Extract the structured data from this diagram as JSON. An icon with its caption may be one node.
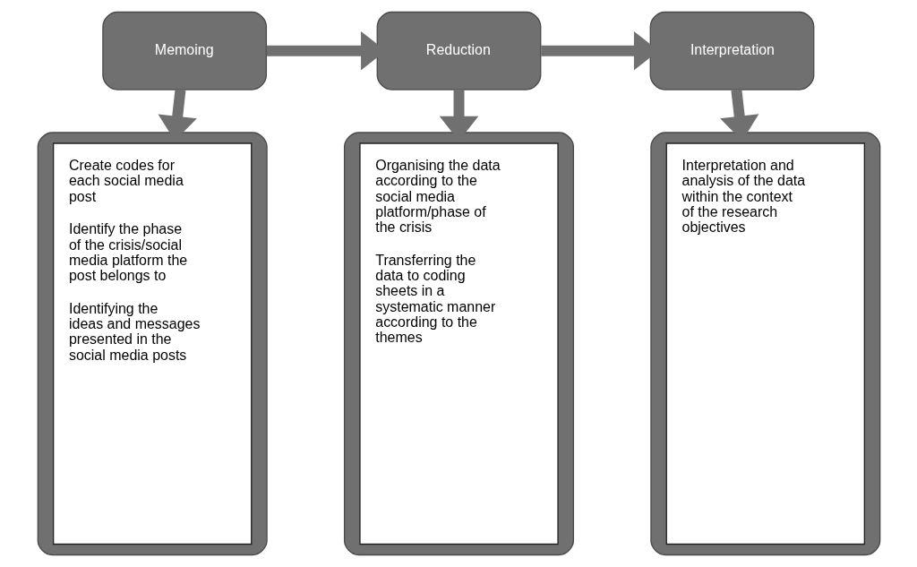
{
  "diagram": {
    "nodes": [
      {
        "text": [
          "Memoing"
        ]
      },
      {
        "text": [
          "Reduction"
        ]
      },
      {
        "text": [
          "Interpretation"
        ]
      },
      {
        "text": [
          "Create codes for each social media post",
          "Identify the phase of the crisis/social media platform the post belongs to",
          "Identifying the ideas and messages presented in the social media posts"
        ]
      },
      {
        "text": [
          "Organising the data according to the social media platform/phase of the crisis",
          "Transferring the data to coding sheets in a systematic manner according to the themes"
        ]
      },
      {
        "text": [
          "Interpretation and analysis of the data within the context of the research objectives"
        ]
      }
    ],
    "edges": [
      {
        "from": 0,
        "to": 1,
        "arrow": "to"
      },
      {
        "from": 1,
        "to": 2,
        "arrow": "to"
      },
      {
        "from": 0,
        "to": 3,
        "arrow": "to"
      },
      {
        "from": 1,
        "to": 4,
        "arrow": "to"
      },
      {
        "from": 2,
        "to": 5,
        "arrow": "to"
      }
    ]
  }
}
